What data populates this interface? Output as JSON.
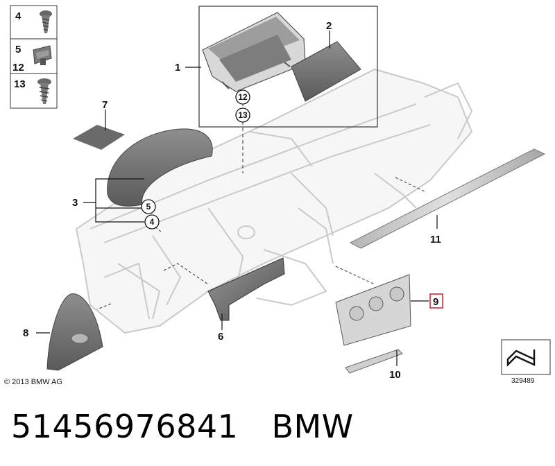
{
  "callouts": {
    "c1": "1",
    "c2": "2",
    "c3": "3",
    "c4": "4",
    "c5": "5",
    "c6": "6",
    "c7": "7",
    "c8": "8",
    "c9": "9",
    "c10": "10",
    "c11": "11",
    "c12": "12",
    "c13": "13"
  },
  "legend": {
    "a": "4",
    "b": "5",
    "c": "12",
    "d": "13"
  },
  "circles": {
    "a": "12",
    "b": "13",
    "c": "5",
    "d": "4"
  },
  "copyright": "© 2013 BMW AG",
  "diagram_id": "329489",
  "part_number": "51456976841",
  "brand": "BMW",
  "colors": {
    "highlight_box": "#d9272e",
    "part_fill": "#8a8a8a",
    "ghost_line": "#c8c8c8"
  }
}
